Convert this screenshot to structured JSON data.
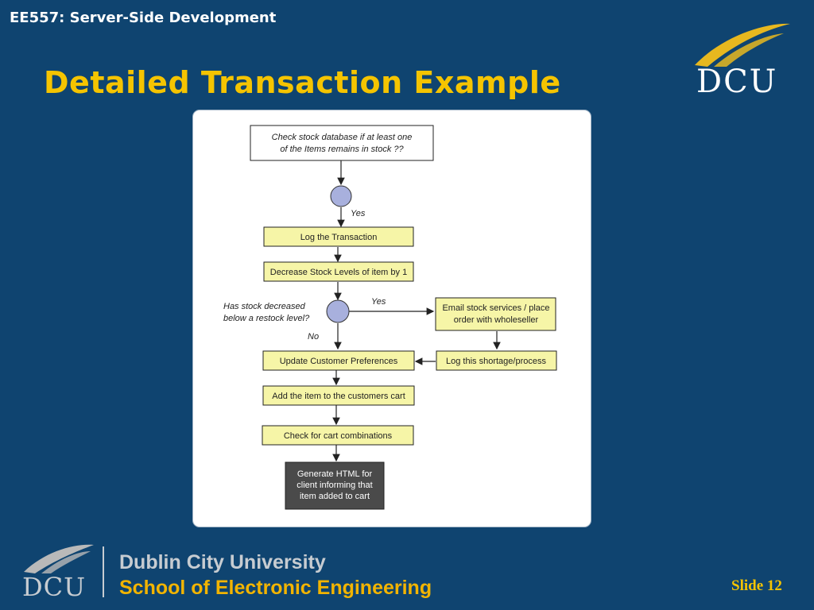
{
  "header": {
    "course": "EE557: Server-Side Development",
    "title": "Detailed Transaction Example"
  },
  "logo": {
    "text": "DCU"
  },
  "diagram": {
    "check_stock": [
      "Check stock database if at least one",
      "of the Items remains in stock ??"
    ],
    "yes_1": "Yes",
    "log_transaction": "Log the Transaction",
    "decrease_stock": "Decrease Stock Levels of item by 1",
    "question": [
      "Has stock decreased",
      "below a restock level?"
    ],
    "yes_2": "Yes",
    "no": "No",
    "email_stock": [
      "Email stock services / place",
      "order with wholeseller"
    ],
    "log_shortage": "Log this shortage/process",
    "update_prefs": "Update Customer Preferences",
    "add_item": "Add the item to the customers cart",
    "check_combos": "Check for cart combinations",
    "generate_html": [
      "Generate HTML for",
      "client informing that",
      "item added to cart"
    ]
  },
  "footer": {
    "logo_text": "DCU",
    "university": "Dublin City University",
    "school": "School of Electronic Engineering",
    "slide": "Slide 12"
  }
}
